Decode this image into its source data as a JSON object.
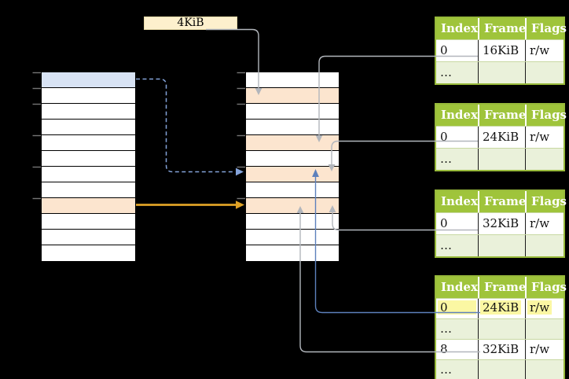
{
  "labels": {
    "frame_size": "4KiB"
  },
  "table_headers": [
    "Index",
    "Frame",
    "Flags"
  ],
  "page_tables": [
    {
      "name": "level2-table-at-4kib",
      "rows": [
        {
          "cells": [
            "0",
            "16KiB",
            "r/w"
          ],
          "shaded": false,
          "highlighted": false
        },
        {
          "cells": [
            "…",
            "",
            ""
          ],
          "shaded": true,
          "highlighted": false
        }
      ]
    },
    {
      "name": "table-at-16kib",
      "rows": [
        {
          "cells": [
            "0",
            "24KiB",
            "r/w"
          ],
          "shaded": false,
          "highlighted": false
        },
        {
          "cells": [
            "…",
            "",
            ""
          ],
          "shaded": true,
          "highlighted": false
        }
      ]
    },
    {
      "name": "table-at-24kib",
      "rows": [
        {
          "cells": [
            "0",
            "32KiB",
            "r/w"
          ],
          "shaded": false,
          "highlighted": false
        },
        {
          "cells": [
            "…",
            "",
            ""
          ],
          "shaded": true,
          "highlighted": false
        }
      ]
    },
    {
      "name": "table-at-32kib",
      "rows": [
        {
          "cells": [
            "0",
            "24KiB",
            "r/w"
          ],
          "shaded": false,
          "highlighted": true
        },
        {
          "cells": [
            "…",
            "",
            ""
          ],
          "shaded": true,
          "highlighted": false
        },
        {
          "cells": [
            "8",
            "32KiB",
            "r/w"
          ],
          "shaded": false,
          "highlighted": false
        },
        {
          "cells": [
            "…",
            "",
            ""
          ],
          "shaded": true,
          "highlighted": false
        }
      ]
    }
  ],
  "memory_columns": {
    "left": {
      "row_count": 12,
      "blue_rows": [
        0
      ],
      "orange_rows": [
        8
      ]
    },
    "middle": {
      "row_count": 12,
      "blue_rows": [],
      "orange_rows": [
        1,
        4,
        6,
        8
      ]
    }
  },
  "colors": {
    "c-blue-row": "#d8e3f4",
    "c-orange-row": "#fce5cf",
    "c-cream": "#fdf0cd",
    "c-cream-border": "#e8daa8",
    "c-green-header": "#9fc43b",
    "c-green-border": "#97b93a",
    "c-green-light": "#eaf1da",
    "c-green-sep": "#c8d8a2",
    "c-yellow-hl": "#fbf7a3",
    "c-gray-line": "#b2b6bc",
    "c-blue-line": "#5d80bc",
    "c-blue-dash": "#84a3da",
    "c-orange-arrow": "#dfa226",
    "c-tick": "#757575"
  }
}
